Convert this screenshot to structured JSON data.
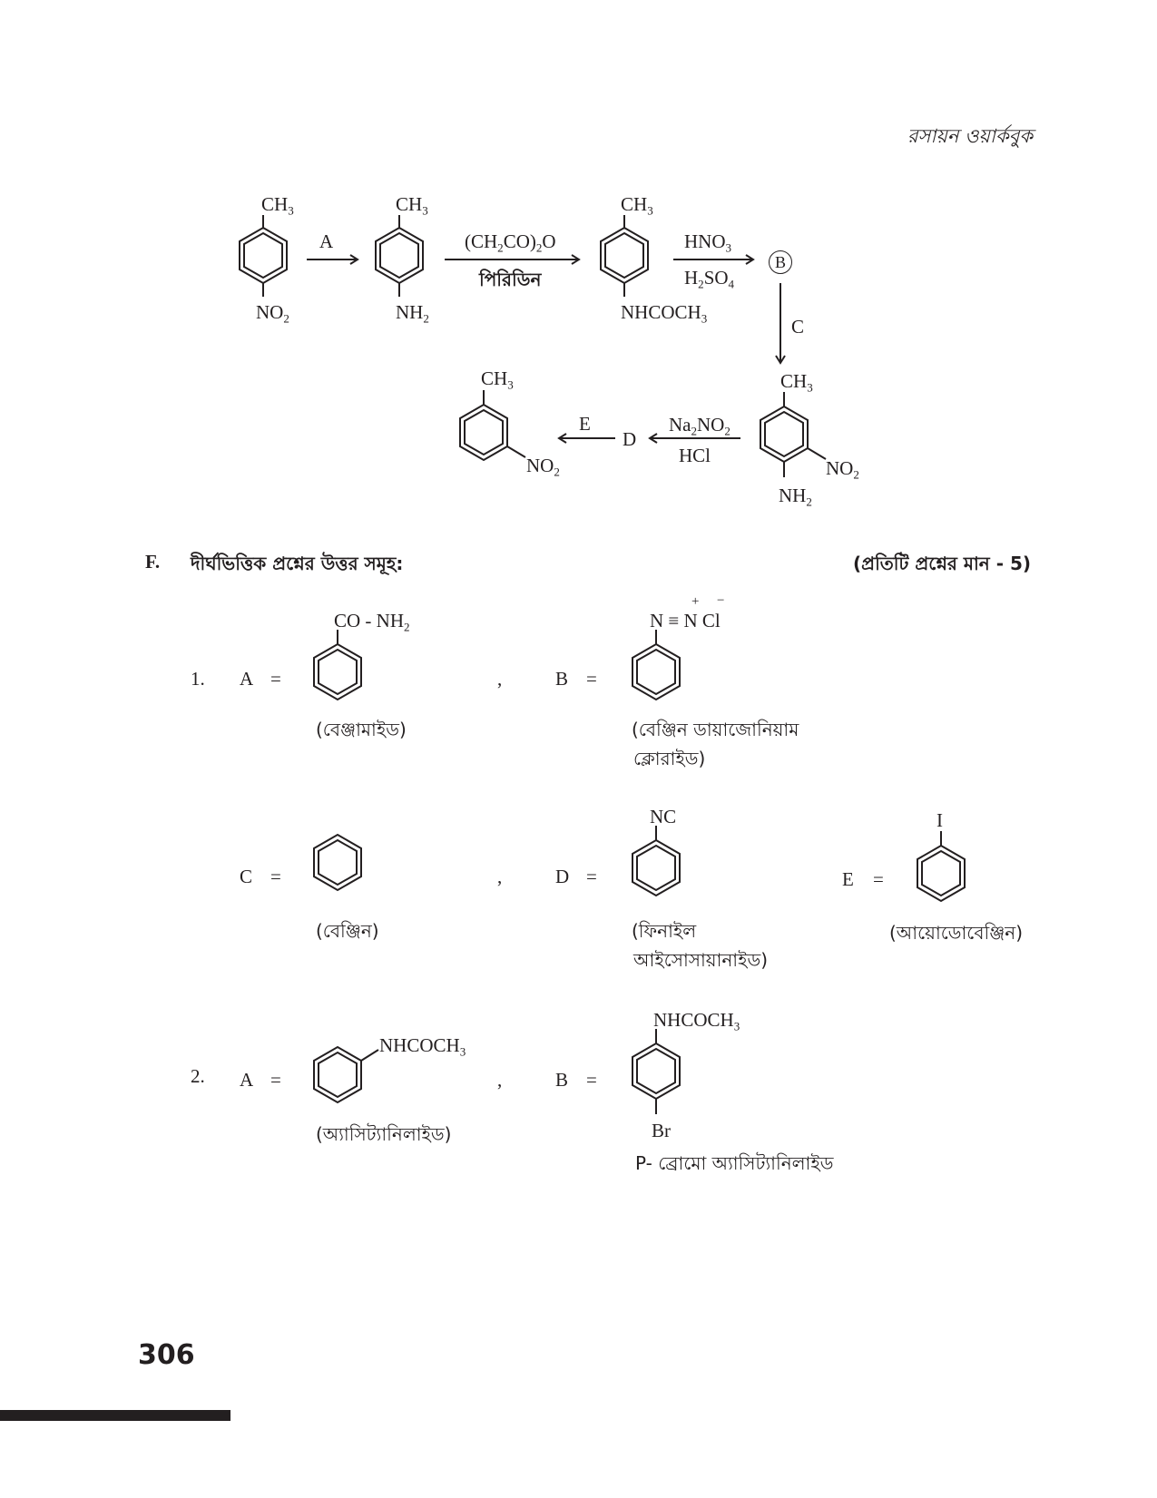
{
  "header": {
    "running_title": "রসায়ন ওয়ার্কবুক"
  },
  "scheme": {
    "s1": {
      "top": "CH",
      "top_sub": "3",
      "bottom": "NO",
      "bottom_sub": "2"
    },
    "arrow1": {
      "label": "A"
    },
    "s2": {
      "top": "CH",
      "top_sub": "3",
      "bottom": "NH",
      "bottom_sub": "2"
    },
    "arrow2": {
      "reagent_a": "(CH",
      "reagent_sub1": "2",
      "reagent_b": "CO)",
      "reagent_sub2": "2",
      "reagent_c": "O",
      "solvent": "পিরিডিন"
    },
    "s3": {
      "top": "CH",
      "top_sub": "3",
      "bottom": "NHCOCH",
      "bottom_sub": "3"
    },
    "arrow3": {
      "reagent1": "HNO",
      "reagent1_sub": "3",
      "reagent2a": "H",
      "reagent2_sub1": "2",
      "reagent2b": "SO",
      "reagent2_sub2": "4"
    },
    "product_b": "B",
    "arrow_down": {
      "label": "C"
    },
    "s4": {
      "top": "CH",
      "top_sub": "3",
      "side": "NO",
      "side_sub": "2",
      "bottom": "NH",
      "bottom_sub": "2"
    },
    "arrow4": {
      "reagent1a": "Na",
      "reagent1_sub1": "2",
      "reagent1b": "NO",
      "reagent1_sub2": "2",
      "reagent2": "HCl"
    },
    "intermediate_d": "D",
    "arrow5": {
      "label": "E"
    },
    "s5": {
      "top": "CH",
      "top_sub": "3",
      "side": "NO",
      "side_sub": "2"
    }
  },
  "section": {
    "letter": "F.",
    "title": "দীর্ঘভিত্তিক প্রশ্নের উত্তর সমূহ:",
    "marks": "(প্রতিটি প্রশ্নের মান - 5)"
  },
  "q1": {
    "number": "1.",
    "comma": ",",
    "A": {
      "label": "A",
      "eq": "=",
      "sub_a": "CO - NH",
      "sub_sub": "2",
      "name": "(বেঞ্জামাইড)"
    },
    "B": {
      "label": "B",
      "eq": "=",
      "sub_a": "N ≡ N Cl",
      "plus": "+",
      "minus": "−",
      "name_line1": "(বেঞ্জিন ডায়াজোনিয়াম",
      "name_line2": "ক্লোরাইড)"
    },
    "C": {
      "label": "C",
      "eq": "=",
      "name": "(বেঞ্জিন)"
    },
    "D": {
      "label": "D",
      "eq": "=",
      "sub": "NC",
      "name_line1": "(ফিনাইল",
      "name_line2": "আইসোসায়ানাইড)"
    },
    "E": {
      "label": "E",
      "eq": "=",
      "sub": "I",
      "name": "(আয়োডোবেঞ্জিন)"
    }
  },
  "q2": {
    "number": "2.",
    "comma": ",",
    "A": {
      "label": "A",
      "eq": "=",
      "sub_a": "NHCOCH",
      "sub_sub": "3",
      "name": "(অ্যাসিট্যানিলাইড)"
    },
    "B": {
      "label": "B",
      "eq": "=",
      "sub_a": "NHCOCH",
      "sub_sub": "3",
      "bottom": "Br",
      "name": "P- ব্রোমো অ্যাসিট্যানিলাইড"
    }
  },
  "footer": {
    "page_number": "306"
  }
}
